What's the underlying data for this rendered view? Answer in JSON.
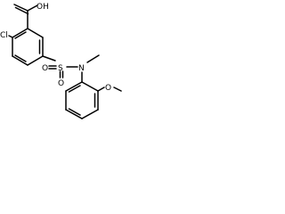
{
  "molecule": {
    "atoms": {
      "carboxyl": "OH",
      "chloro": "Cl",
      "sulfonyl_sulfur": "S",
      "sulfonyl_oxygen_left": "O",
      "sulfonyl_oxygen_lower": "O",
      "sulfonamide_nitrogen": "N",
      "methoxy_oxygen": "O"
    }
  },
  "colors": {
    "bond": "#000000",
    "background": "#ffffff"
  }
}
